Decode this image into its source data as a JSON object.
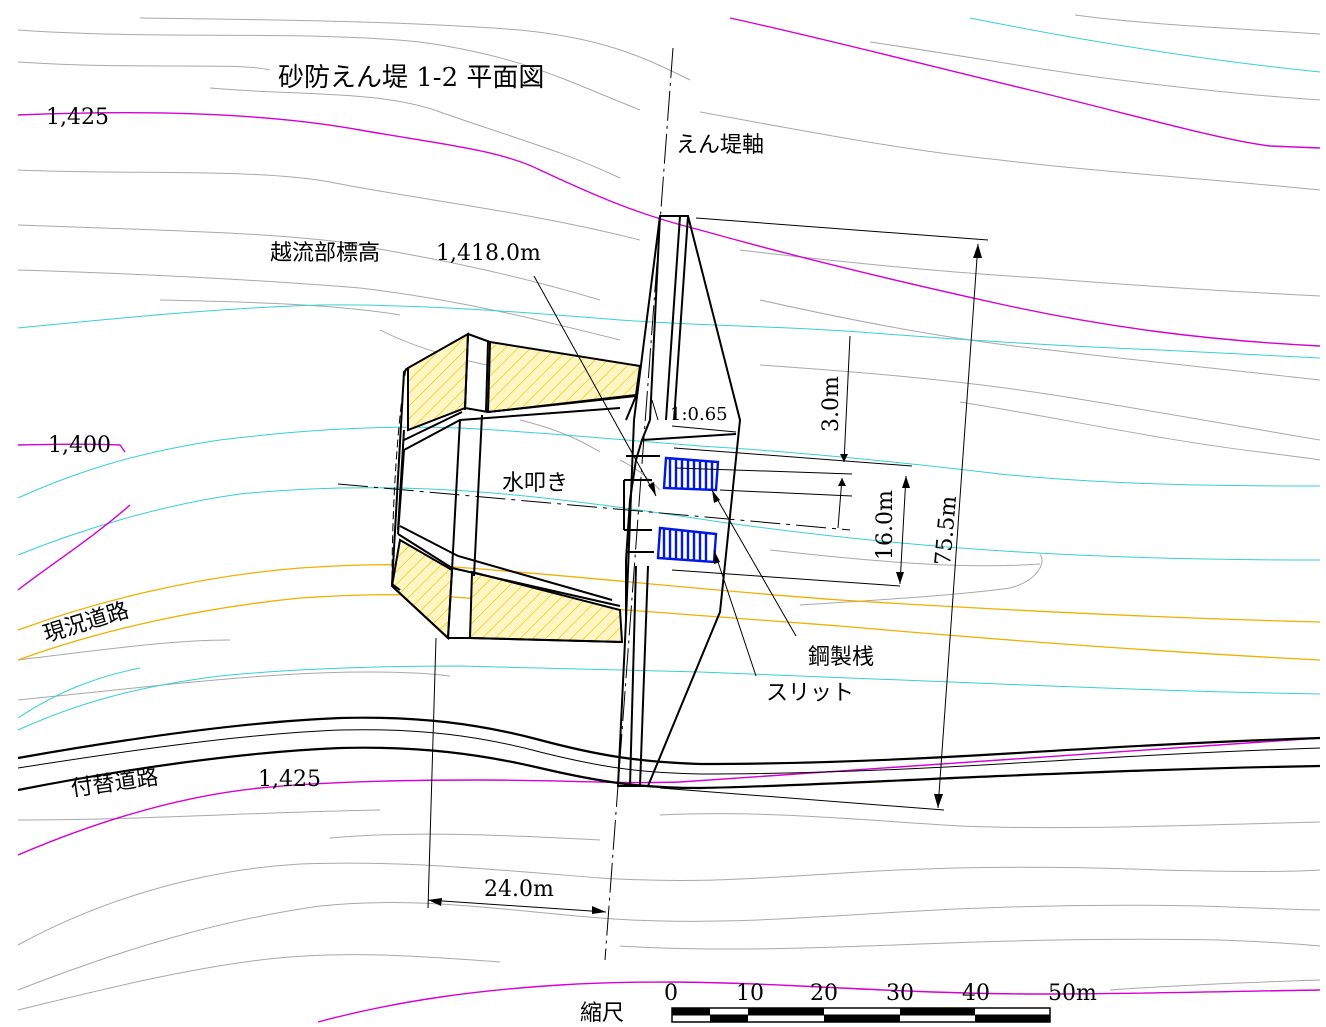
{
  "title": "砂防えん堤 1-2 平面図",
  "labels": {
    "dam_axis": "えん堤軸",
    "overflow_elev_label": "越流部標高",
    "overflow_elev_value": "1,418.0m",
    "slope": "1:0.65",
    "apron": "水叩き",
    "existing_road": "現況道路",
    "replacement_road": "付替道路",
    "steel_pile": "鋼製桟",
    "slit": "スリット",
    "dim_3": "3.0m",
    "dim_16": "16.0m",
    "dim_75_5": "75.5m",
    "dim_24": "24.0m"
  },
  "contour_labels": {
    "c1425_top": "1,425",
    "c1400": "1,400",
    "c1425_bottom": "1,425"
  },
  "scale_bar": {
    "label": "縮尺",
    "ticks": [
      "0",
      "10",
      "20",
      "30",
      "40",
      "50m"
    ]
  },
  "colors": {
    "contour_gray": "#a8a8a8",
    "contour_cyan": "#35d0d6",
    "contour_index": "#d400d4",
    "existing_road": "#f0b000",
    "hatch_fill": "#fff6c4",
    "hatch_line": "#e8c400",
    "slit_blue": "#0018e0"
  }
}
